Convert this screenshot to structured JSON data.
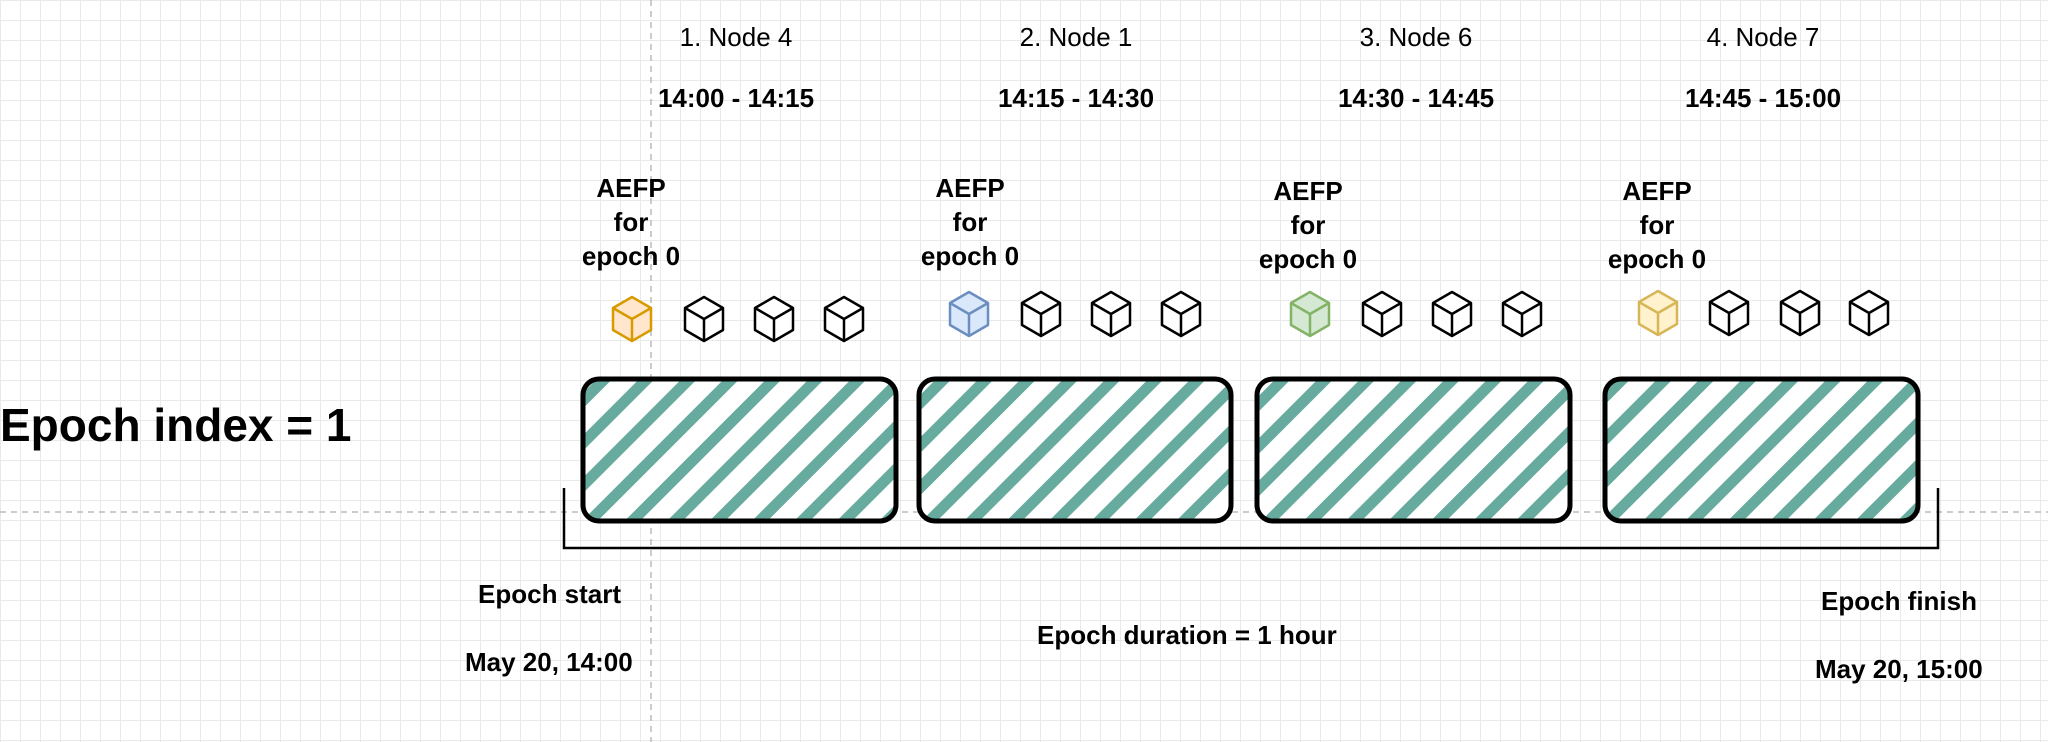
{
  "epoch_index_label": "Epoch index = 1",
  "slots": [
    {
      "node_title": "1. Node 4",
      "time_range": "14:00 - 14:15",
      "aefp_line1": "AEFP",
      "aefp_line2": "for",
      "aefp_line3": "epoch 0",
      "first_block_fill": "#ffe6cc",
      "first_block_stroke": "#d79b00"
    },
    {
      "node_title": "2. Node 1",
      "time_range": "14:15 - 14:30",
      "aefp_line1": "AEFP",
      "aefp_line2": "for",
      "aefp_line3": "epoch 0",
      "first_block_fill": "#dae8fc",
      "first_block_stroke": "#6c8ebf"
    },
    {
      "node_title": "3. Node 6",
      "time_range": "14:30 - 14:45",
      "aefp_line1": "AEFP",
      "aefp_line2": "for",
      "aefp_line3": "epoch 0",
      "first_block_fill": "#d5e8d4",
      "first_block_stroke": "#82b366"
    },
    {
      "node_title": "4. Node 7",
      "time_range": "14:45 - 15:00",
      "aefp_line1": "AEFP",
      "aefp_line2": "for",
      "aefp_line3": "epoch 0",
      "first_block_fill": "#fff2cc",
      "first_block_stroke": "#d6b656"
    }
  ],
  "epoch_start": {
    "label": "Epoch start",
    "date": "May 20, 14:00"
  },
  "epoch_finish": {
    "label": "Epoch finish",
    "date": "May 20, 15:00"
  },
  "epoch_duration_label": "Epoch duration = 1 hour",
  "colors": {
    "hatch": "#67ab9f",
    "outline": "#000000",
    "grid": "#e9e9e9",
    "guide": "#bbbbbb"
  }
}
